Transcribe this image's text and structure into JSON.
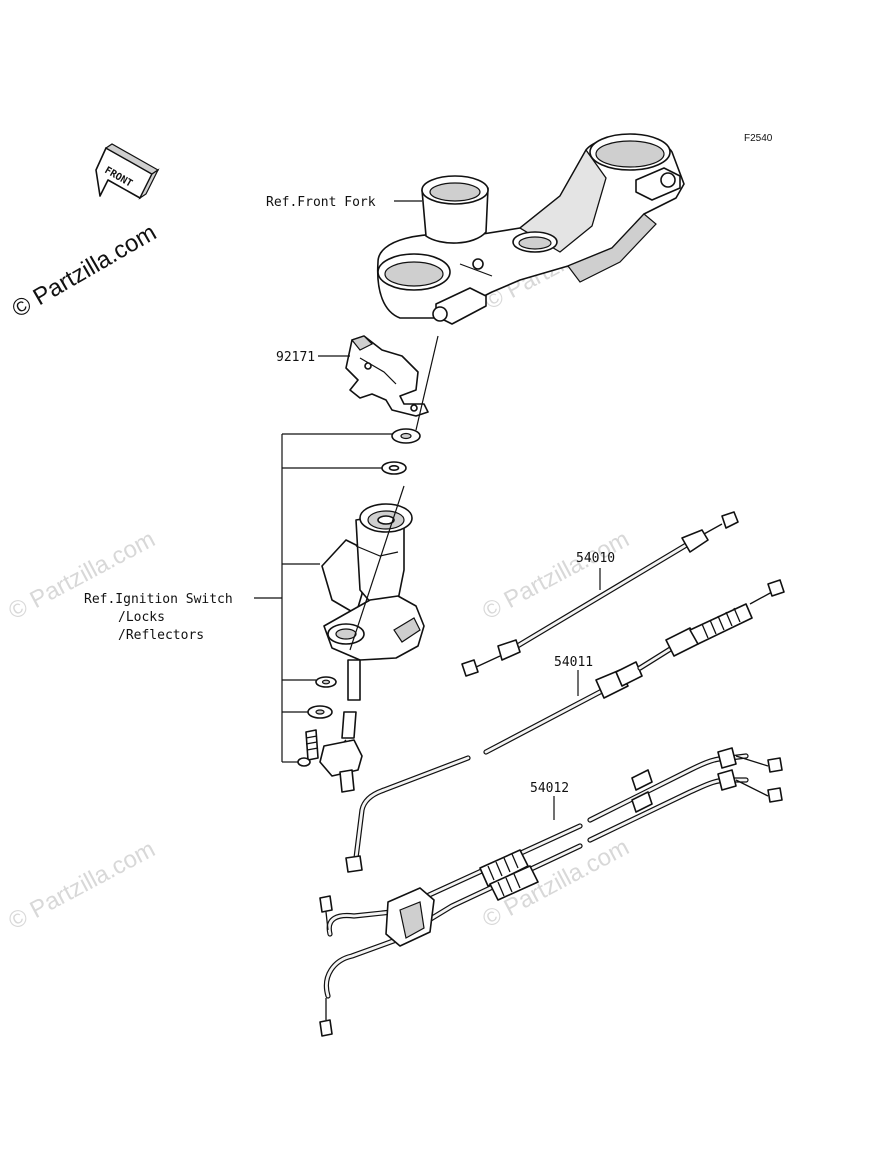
{
  "figure_code": "F2540",
  "front_arrow": {
    "label": "FRONT"
  },
  "watermark": "© Partzilla.com",
  "labels": {
    "front_fork": "Ref.Front Fork",
    "bracket": "92171",
    "ignition_line1": "Ref.Ignition Switch",
    "ignition_line2": "/Locks",
    "ignition_line3": "/Reflectors",
    "cable_54010": "54010",
    "cable_54011": "54011",
    "cable_54012": "54012"
  }
}
